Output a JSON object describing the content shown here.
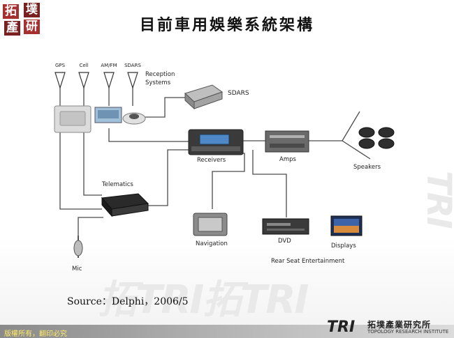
{
  "slide": {
    "title": "目前車用娛樂系統架構",
    "source": "Source：Delphi，2006/5",
    "logo_glyphs": [
      "拓",
      "墣",
      "產",
      "研"
    ],
    "watermark_side": "TRI",
    "watermark_bottom": "拓TRI拓TRI"
  },
  "footer": {
    "rights": "版權所有，翻印必究",
    "brand_mark": "TRI",
    "brand_cn": "拓墣產業研究所",
    "brand_en": "TOPOLOGY RESEARCH INSTITUTE"
  },
  "diagram": {
    "antennas": [
      "GPS",
      "Cell",
      "AM/FM",
      "SDARS"
    ],
    "labels": {
      "reception": "Reception\nSystems",
      "sdars": "SDARS",
      "receivers": "Receivers",
      "amps": "Amps",
      "speakers": "Speakers",
      "telematics": "Telematics",
      "navigation": "Navigation",
      "dvd": "DVD",
      "displays": "Displays",
      "rse": "Rear Seat Entertainment",
      "mic": "Mic"
    }
  },
  "colors": {
    "line": "#4a4a4a",
    "title_text": "#111111",
    "accent_red": "#a5302f",
    "footer_text": "#ffea66"
  }
}
